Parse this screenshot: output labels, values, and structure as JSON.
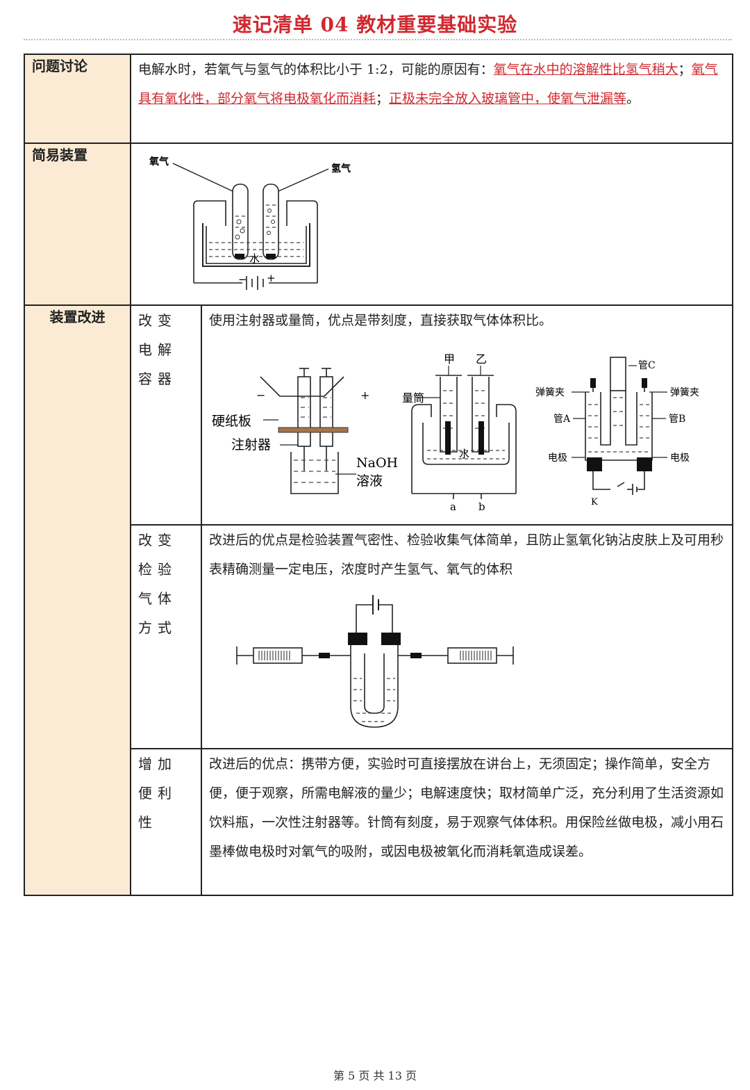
{
  "title": "速记清单 04  教材重要基础实验",
  "rows": {
    "discussion": {
      "label": "问题讨论",
      "text_prefix": "电解水时，若氧气与氢气的体积比小于 1:2，可能的原因有：",
      "answer_1": "氧气在水中的溶解性比氢气稍大",
      "sep_1": "；",
      "answer_2": "氧气具有氧化性，部分氧气将电极氧化而消耗",
      "sep_2": "；",
      "answer_3": "正极未完全放入玻璃管中，使氧气泄漏等",
      "text_suffix": "。"
    },
    "simple": {
      "label": "简易装置",
      "fig_labels": {
        "left": "氧气",
        "right": "氢气",
        "water": "水",
        "neg": "−",
        "pos": "+"
      }
    },
    "improve": {
      "label": "装置改进",
      "container": {
        "label": "改变电解容器",
        "text": "使用注射器或量筒，优点是带刻度，直接获取气体体积比。",
        "fig1": {
          "minus": "−",
          "plus": "+",
          "board": "硬纸板",
          "syringe": "注射器",
          "naoh": "NaOH",
          "solution": "溶液"
        },
        "fig2": {
          "jia": "甲",
          "yi": "乙",
          "cylinder": "量筒",
          "water": "水",
          "a": "a",
          "b": "b"
        },
        "fig3": {
          "tube_c": "管C",
          "clip_left": "弹簧夹",
          "clip_right": "弹簧夹",
          "tube_a": "管A",
          "tube_b": "管B",
          "electrode_left": "电极",
          "electrode_right": "电极",
          "k": "K"
        }
      },
      "detect": {
        "label": "改变检验气体方式",
        "text": "改进后的优点是检验装置气密性、检验收集气体简单，且防止氢氧化钠沾皮肤上及可用秒表精确测量一定电压，浓度时产生氢气、氧气的体积"
      },
      "convenience": {
        "label": "增加便利性",
        "text": "改进后的优点：携带方便，实验时可直接摆放在讲台上，无须固定；操作简单，安全方便，便于观察，所需电解液的量少；电解速度快；取材简单广泛，充分利用了生活资源如饮料瓶，一次性注射器等。针筒有刻度，易于观察气体体积。用保险丝做电极，减小用石墨棒做电极时对氧气的吸附，或因电极被氧化而消耗氧造成误差。"
      }
    }
  },
  "footer": "第 5 页 共 13 页"
}
